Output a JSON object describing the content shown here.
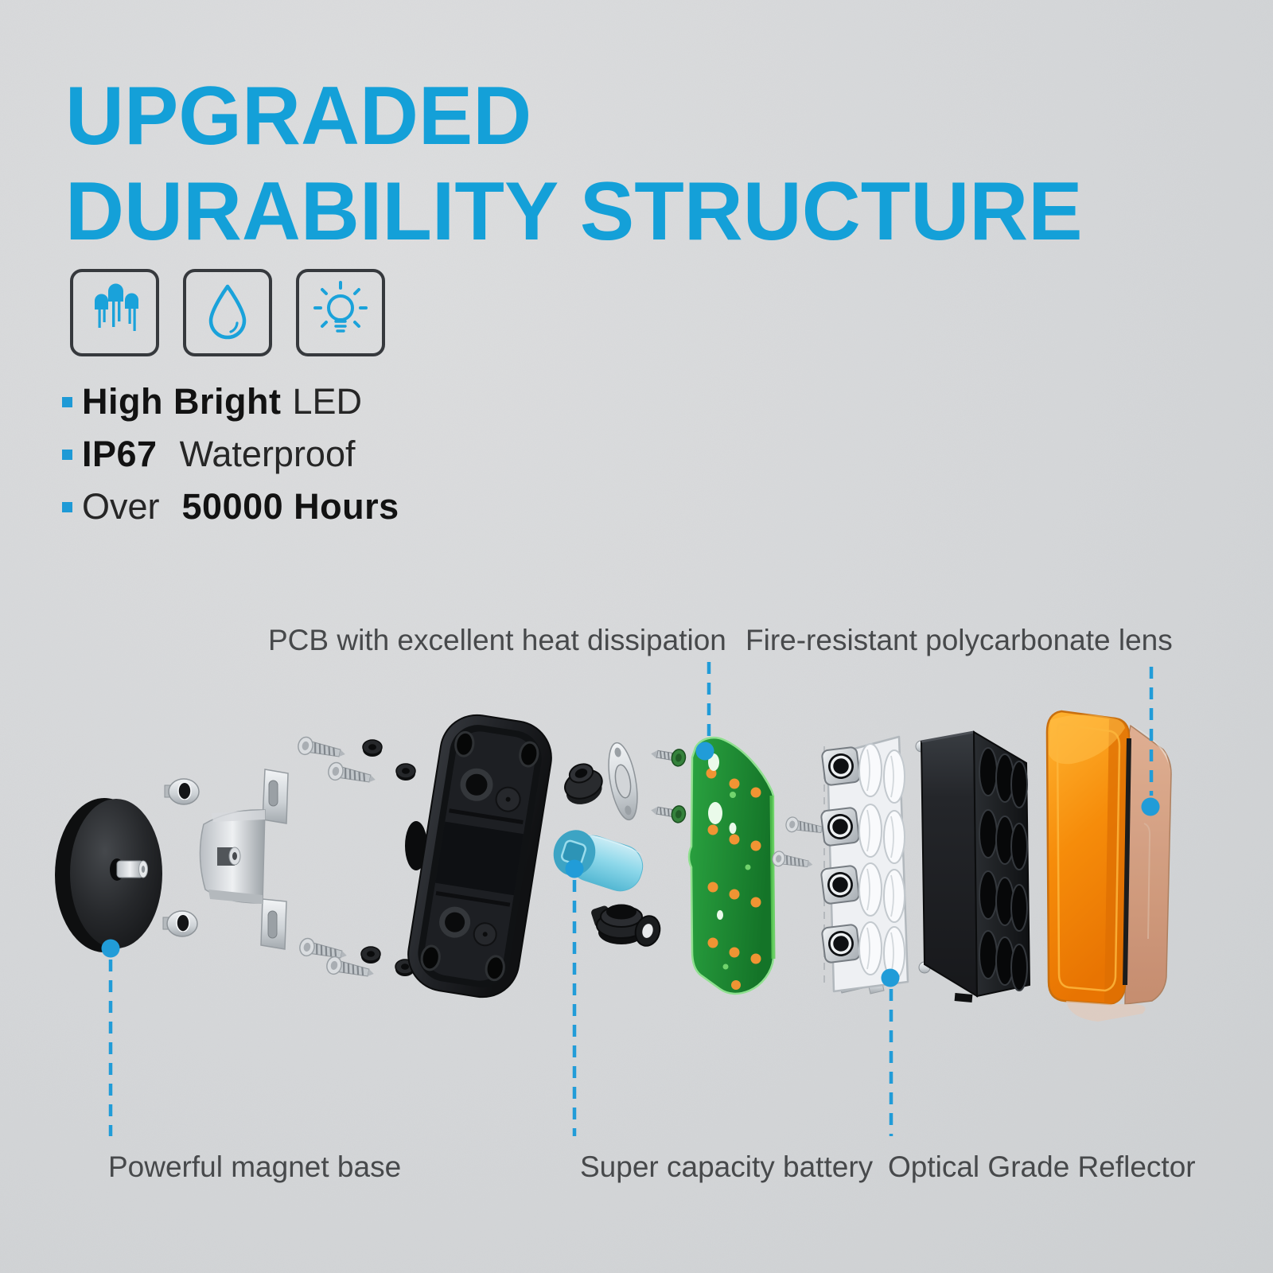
{
  "title": {
    "line1": "UPGRADED",
    "line2": "DURABILITY STRUCTURE"
  },
  "features": {
    "icons": [
      {
        "name": "led-icon"
      },
      {
        "name": "water-drop-icon"
      },
      {
        "name": "light-bulb-icon"
      }
    ],
    "bullets": [
      {
        "prefix": "High Bright",
        "suffix": "LED"
      },
      {
        "prefix": "IP67",
        "suffix": "Waterproof"
      },
      {
        "prefix": "Over",
        "suffix": "50000 Hours"
      }
    ]
  },
  "callouts": {
    "pcb": "PCB with excellent heat dissipation",
    "lens": "Fire-resistant polycarbonate lens",
    "magnet": "Powerful magnet base",
    "battery": "Super capacity battery",
    "reflector": "Optical Grade Reflector"
  },
  "colors": {
    "accent_blue": "#14a0d8",
    "leader_blue": "#219cd8",
    "lens_orange": "#f68c0a",
    "pcb_green": "#1f9636",
    "battery_cyan": "#7fd2e6",
    "caption_gray": "#47494b",
    "background_gray": "#d7d9db"
  }
}
